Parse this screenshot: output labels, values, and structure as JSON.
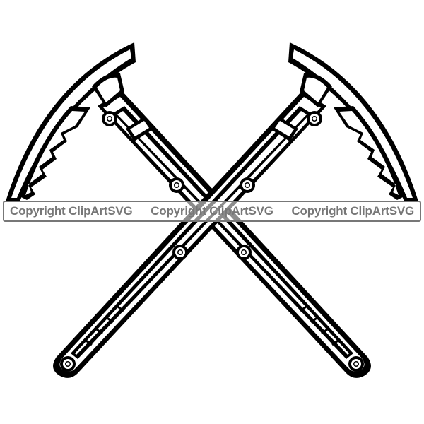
{
  "image": {
    "subject": "crossed ice axes",
    "colors": {
      "ink": "#000000",
      "background": "#ffffff",
      "watermark": "#777777"
    }
  },
  "watermark": {
    "texts": [
      "Copyright ClipArtSVG",
      "Copyright ClipArtSVG",
      "Copyright ClipArtSVG"
    ]
  }
}
